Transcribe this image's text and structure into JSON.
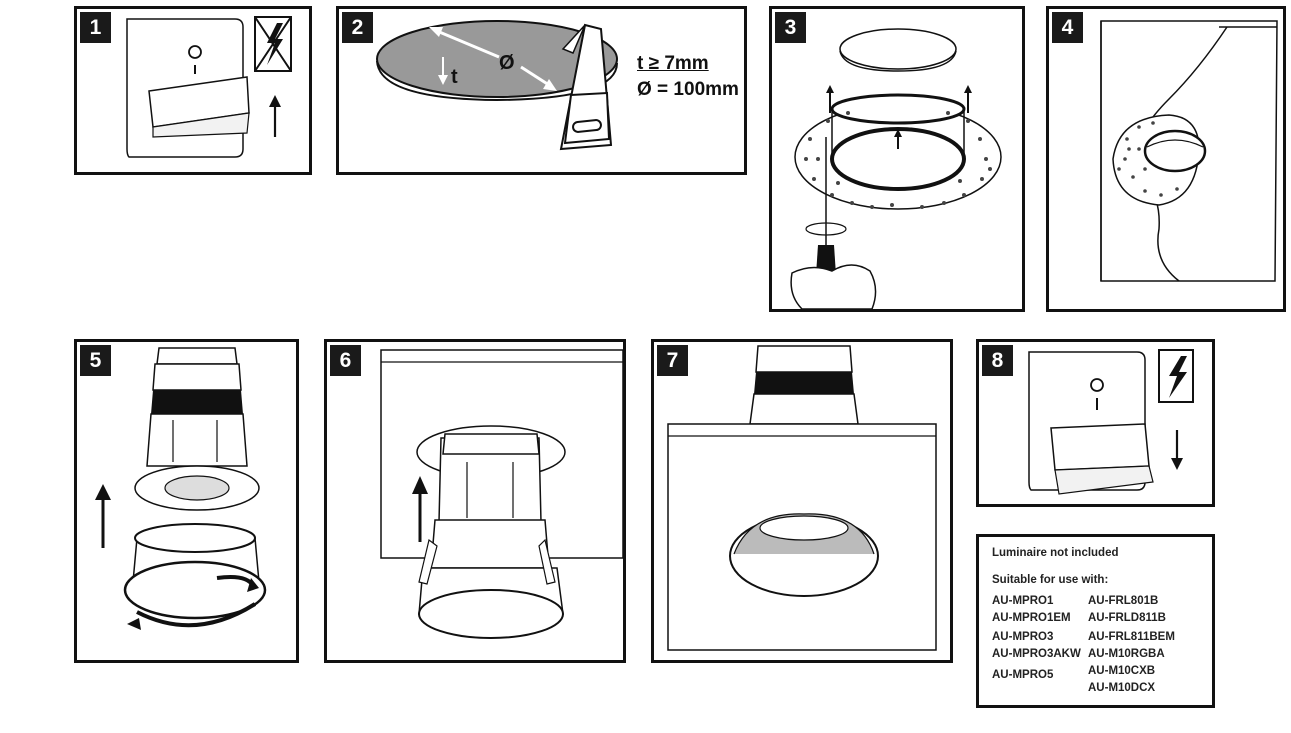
{
  "steps": [
    {
      "number": "1",
      "icon": "power-off-icon"
    },
    {
      "number": "2",
      "icon": "saw-cutout-icon",
      "thickness_label": "t",
      "diameter_label": "Ø",
      "thickness_spec": "t ≥ 7mm",
      "diameter_spec": "Ø = 100mm"
    },
    {
      "number": "3",
      "icon": "screwdriver-trim-icon"
    },
    {
      "number": "4",
      "icon": "plaster-ceiling-icon"
    },
    {
      "number": "5",
      "icon": "twist-lock-icon"
    },
    {
      "number": "6",
      "icon": "insert-luminaire-icon"
    },
    {
      "number": "7",
      "icon": "installed-downlight-icon"
    },
    {
      "number": "8",
      "icon": "power-on-icon"
    }
  ],
  "info": {
    "heading": "Luminaire not included",
    "suitable_heading": "Suitable for use with:",
    "models_col1": [
      "AU-MPRO1",
      "AU-MPRO1EM",
      "AU-MPRO3",
      "AU-MPRO3AKW",
      "AU-MPRO5"
    ],
    "models_col2": [
      "AU-FRL801B",
      "AU-FRLD811B",
      "AU-FRL811BEM",
      "AU-M10RGBA",
      "AU-M10CXB",
      "AU-M10DCX"
    ]
  }
}
